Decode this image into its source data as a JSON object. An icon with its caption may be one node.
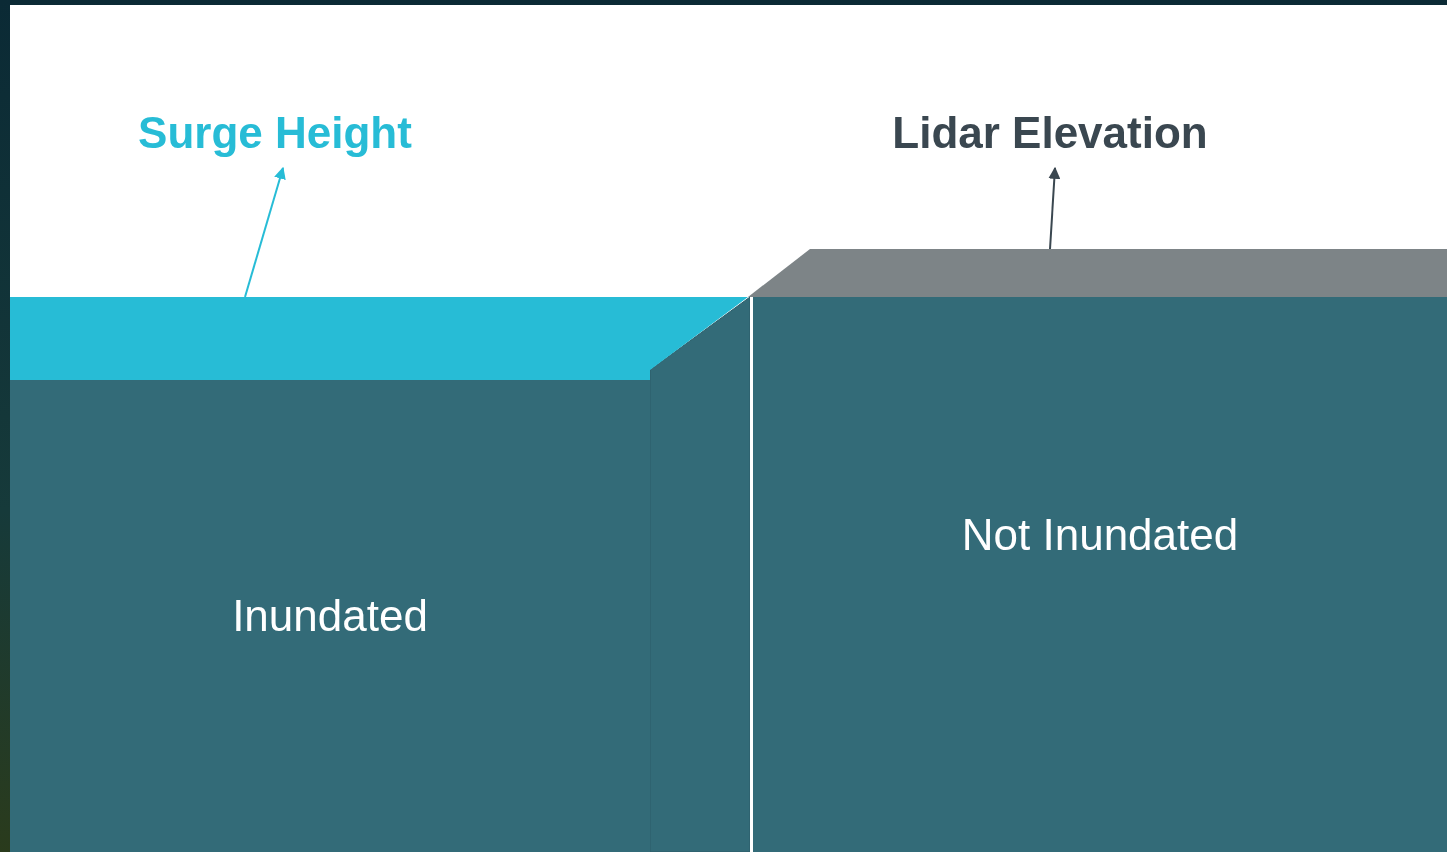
{
  "diagram": {
    "nodes": [
      {
        "text": [
          "Surge Height"
        ]
      },
      {
        "text": [],
        "shape": "bar"
      },
      {
        "text": [
          "Lidar Elevation"
        ]
      },
      {
        "text": [],
        "shape": "bar"
      },
      {
        "text": [
          "Inundated"
        ]
      },
      {
        "text": [
          "Not Inundated"
        ]
      }
    ],
    "edges": [
      {
        "from": 1,
        "to": 0,
        "arrow": "to",
        "color": "#27bcd6"
      },
      {
        "from": 3,
        "to": 2,
        "arrow": "to",
        "color": "#3a4750"
      }
    ]
  }
}
